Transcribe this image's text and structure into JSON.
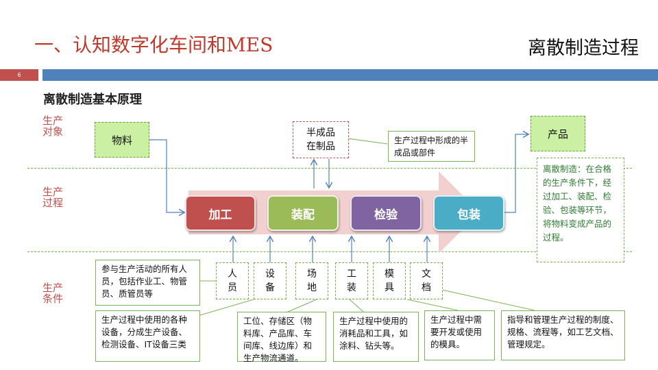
{
  "header": {
    "title": "一、认知数字化车间和MES",
    "subtitle": "离散制造过程",
    "page_number": "6"
  },
  "section_title": "离散制造基本原理",
  "row_labels": {
    "objects": "生产对象",
    "process": "生产过程",
    "conditions": "生产条件"
  },
  "objects": {
    "material": "物料",
    "product": "产品",
    "semi_finished_line1": "半成品",
    "semi_finished_line2": "在制品",
    "semi_note": "生产过程中形成的半成品或部件"
  },
  "process_steps": [
    {
      "label": "加工",
      "color": "#c0504d"
    },
    {
      "label": "装配",
      "color": "#9bbb59"
    },
    {
      "label": "检验",
      "color": "#8064a2"
    },
    {
      "label": "包装",
      "color": "#4bacc6"
    }
  ],
  "definition_note": "离散制造：在合格的生产条件下，经过加工、装配、检验、包装等环节，将物料变成产品的过程。",
  "conditions": [
    {
      "line1": "人",
      "line2": "员"
    },
    {
      "line1": "设",
      "line2": "备"
    },
    {
      "line1": "场",
      "line2": "地"
    },
    {
      "line1": "工",
      "line2": "装"
    },
    {
      "line1": "模",
      "line2": "具"
    },
    {
      "line1": "文",
      "line2": "档"
    }
  ],
  "descriptions": {
    "personnel": "参与生产活动的所有人员，包括作业工、物管员、质管员等",
    "equipment": "生产过程中使用的各种设备，分成生产设备、检测设备、IT设备三类",
    "site": "工位、存储区（物料库、产品库、车间库、线边库）和生产物流通道。",
    "tooling": "生产过程中使用的消耗品和工具，如涂料、钻头等。",
    "molds": "生产过程中需要开发或使用的模具。",
    "documents": "指导和管理生产过程的制度、规格、流程等，如工艺文档、管理规定。"
  },
  "colors": {
    "title_red": "#c0392b",
    "header_blue": "#4f81bd",
    "green_box": "#ccf0a3",
    "big_arrow": "#f2d0d0"
  }
}
